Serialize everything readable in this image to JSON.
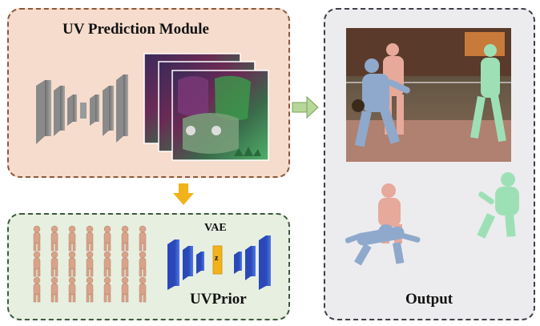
{
  "uv_module": {
    "title": "UV Prediction Module"
  },
  "uv_prior": {
    "title": "UVPrior",
    "vae_label": "VAE",
    "latent_label": "z"
  },
  "output": {
    "title": "Output"
  }
}
